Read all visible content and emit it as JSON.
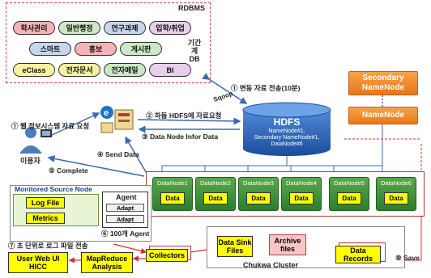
{
  "rdbms": {
    "label": "RDBMS",
    "side_label": "기간계 DB",
    "row1": [
      "학사관리",
      "일반행정",
      "연구과제",
      "입학/취업"
    ],
    "row2": [
      "스마트",
      "홍보",
      "게시판"
    ],
    "row3": [
      "eClass",
      "전자문서",
      "전자메일",
      "BI"
    ]
  },
  "hdfs": {
    "title": "HDFS",
    "sub": [
      "NameNode#1,",
      "Secondary NameNode#1,",
      "DataNode#6"
    ]
  },
  "secondary_namenode": "Secondary NameNode",
  "namenode": "NameNode",
  "sqoop": "Sqoop",
  "annotations": {
    "a1": "① 변동 자료 전송(10분)",
    "a2": "② 하둡 HDFS에 자료요청",
    "a3": "③ Data Node Infor Data",
    "a4": "④ Send Data",
    "a5": "⑤ Complete",
    "a6": "⑥ 100개 Agent",
    "a7": "⑦ 초 단위로 로그 파일 전송",
    "a8": "⑧ Save",
    "web": "① 웹 정보시스템 자료 요청"
  },
  "user_label": "이용자",
  "datanodes": [
    {
      "label": "DataNode1",
      "data": "Data"
    },
    {
      "label": "DataNode2",
      "data": "Data"
    },
    {
      "label": "DataNode3",
      "data": "Data"
    },
    {
      "label": "DataNode4",
      "data": "Data"
    },
    {
      "label": "DataNode5",
      "data": "Data"
    },
    {
      "label": "DataNode6",
      "data": "Data"
    }
  ],
  "monitored": {
    "title": "Monitored Source Node",
    "log_file": "Log File",
    "metrics": "Metrics",
    "agent": "Agent",
    "adapt": "Adapt"
  },
  "bottom": {
    "user_web": "User Web UI HICC",
    "mapreduce": "MapReduce Analysis",
    "collectors": "Collectors",
    "sink": "Data Sink Files",
    "archive": "Archive files",
    "records": "Data Records",
    "chukwa": "Chukwa Cluster"
  },
  "colors": {
    "pink": "#f5b3b8",
    "green": "#cde8c4",
    "blue": "#c7d6ee",
    "yellow": "#f8f3a0",
    "orange": "#ef8a26",
    "datanode_green": "#3a8f3a",
    "hdfs_blue": "#1f5fb0"
  }
}
